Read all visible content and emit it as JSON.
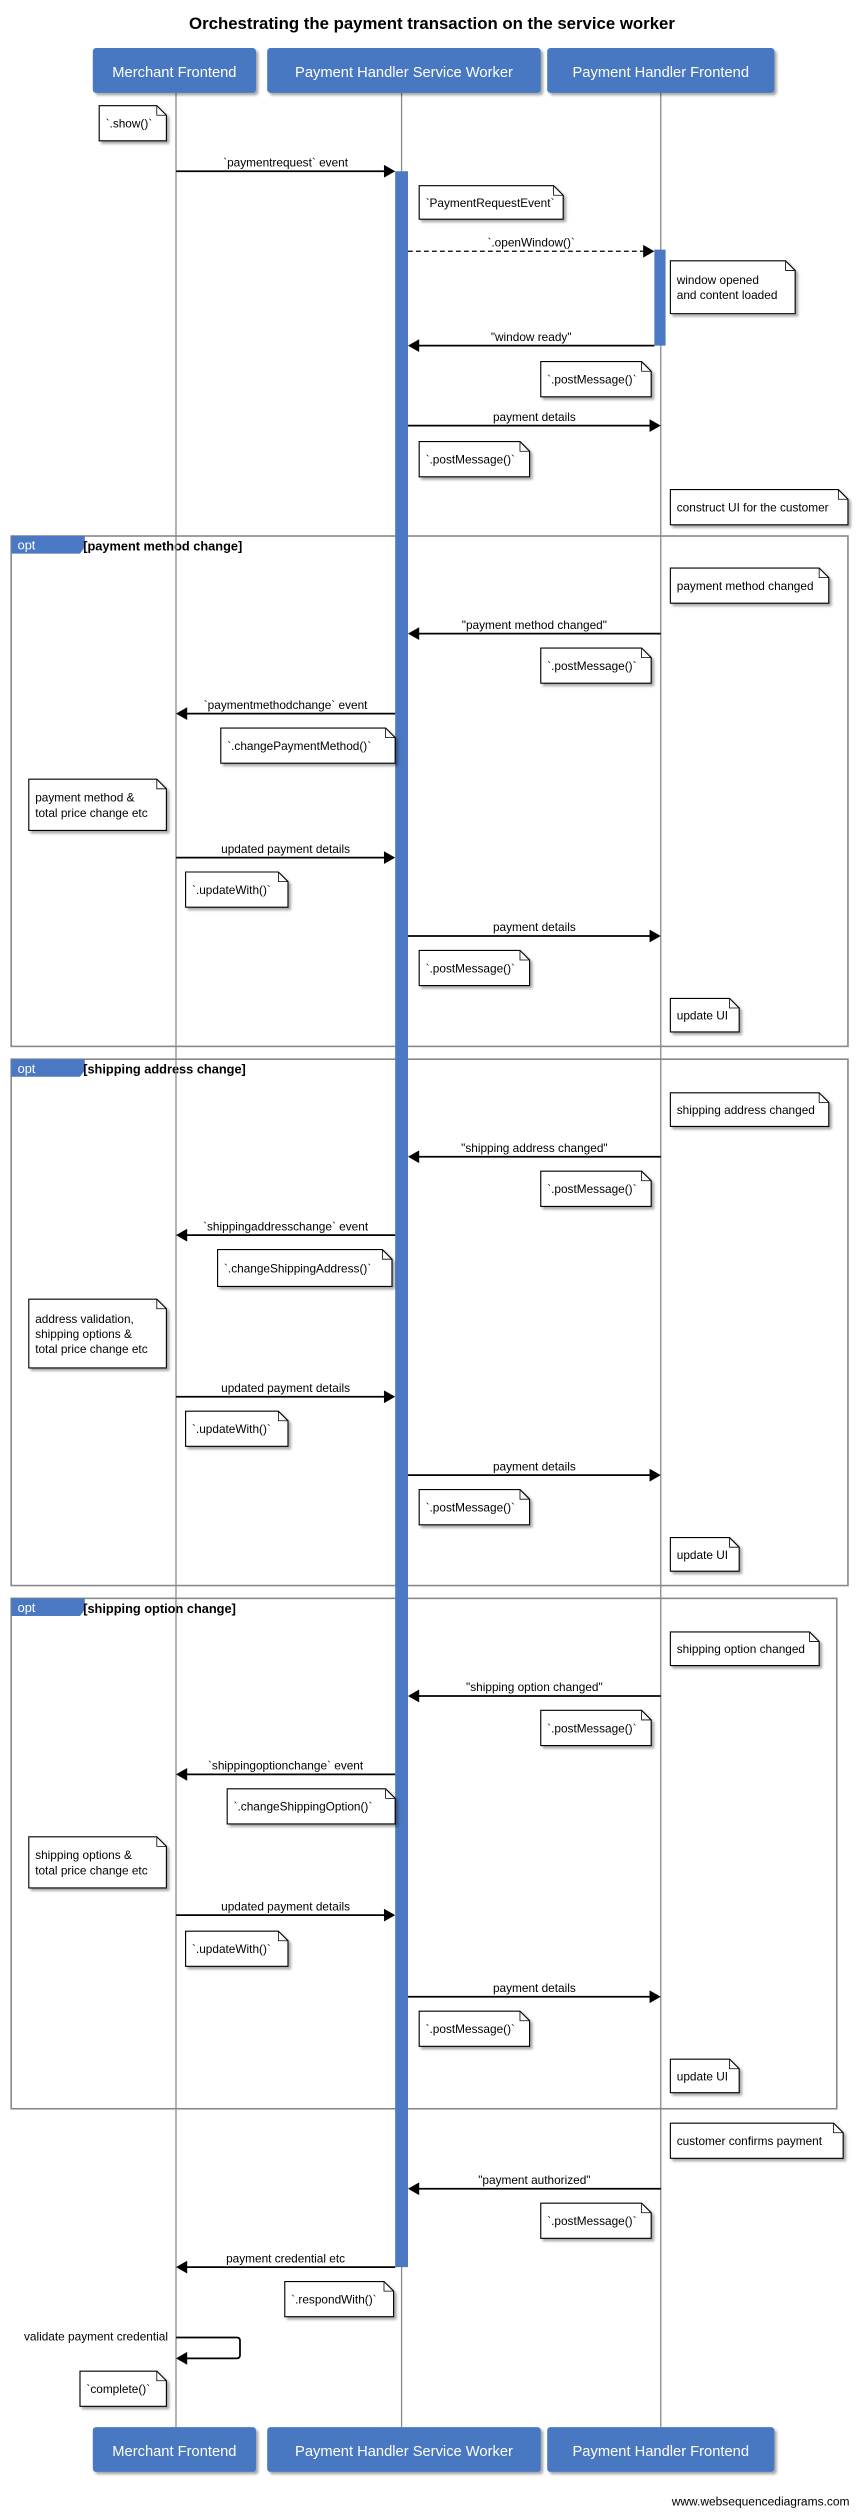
{
  "title": "Orchestrating the payment transaction on the service worker",
  "footer": "www.websequencediagrams.com",
  "colors": {
    "participant": "#4a78c2",
    "activation": "#4a78c2",
    "frame": "#888888",
    "note_fill": "#ffffff"
  },
  "participants": [
    "Merchant Frontend",
    "Payment Handler Service Worker",
    "Payment Handler Frontend"
  ],
  "fragments": [
    {
      "operator": "opt",
      "condition": "[payment method change]"
    },
    {
      "operator": "opt",
      "condition": "[shipping address change]"
    },
    {
      "operator": "opt",
      "condition": "[shipping option change]"
    }
  ],
  "sequence": [
    {
      "type": "note",
      "over": "Merchant Frontend",
      "lines": [
        "`.show()`"
      ]
    },
    {
      "type": "message",
      "from": "Merchant Frontend",
      "to": "Payment Handler Service Worker",
      "label": "`paymentrequest` event"
    },
    {
      "type": "note",
      "over": "Payment Handler Service Worker",
      "lines": [
        "`PaymentRequestEvent`"
      ]
    },
    {
      "type": "message",
      "from": "Payment Handler Service Worker",
      "to": "Payment Handler Frontend",
      "label": "`.openWindow()`",
      "style": "dashed"
    },
    {
      "type": "note",
      "over": "Payment Handler Frontend",
      "lines": [
        "window opened",
        "and content loaded"
      ]
    },
    {
      "type": "message",
      "from": "Payment Handler Frontend",
      "to": "Payment Handler Service Worker",
      "label": "\"window ready\""
    },
    {
      "type": "note",
      "lines": [
        "`.postMessage()`"
      ]
    },
    {
      "type": "message",
      "from": "Payment Handler Service Worker",
      "to": "Payment Handler Frontend",
      "label": "payment details"
    },
    {
      "type": "note",
      "lines": [
        "`.postMessage()`"
      ]
    },
    {
      "type": "note",
      "lines": [
        "construct UI for the customer"
      ]
    },
    {
      "type": "note",
      "lines": [
        "payment method changed"
      ]
    },
    {
      "type": "message",
      "from": "Payment Handler Frontend",
      "to": "Payment Handler Service Worker",
      "label": "\"payment method changed\""
    },
    {
      "type": "note",
      "lines": [
        "`.postMessage()`"
      ]
    },
    {
      "type": "message",
      "from": "Payment Handler Service Worker",
      "to": "Merchant Frontend",
      "label": "`paymentmethodchange` event"
    },
    {
      "type": "note",
      "lines": [
        "`.changePaymentMethod()`"
      ]
    },
    {
      "type": "note",
      "lines": [
        "payment method &",
        "total price change etc"
      ]
    },
    {
      "type": "message",
      "from": "Merchant Frontend",
      "to": "Payment Handler Service Worker",
      "label": "updated payment details"
    },
    {
      "type": "note",
      "lines": [
        "`.updateWith()`"
      ]
    },
    {
      "type": "message",
      "from": "Payment Handler Service Worker",
      "to": "Payment Handler Frontend",
      "label": "payment details"
    },
    {
      "type": "note",
      "lines": [
        "`.postMessage()`"
      ]
    },
    {
      "type": "note",
      "lines": [
        "update UI"
      ]
    },
    {
      "type": "note",
      "lines": [
        "shipping address changed"
      ]
    },
    {
      "type": "message",
      "from": "Payment Handler Frontend",
      "to": "Payment Handler Service Worker",
      "label": "\"shipping address changed\""
    },
    {
      "type": "note",
      "lines": [
        "`.postMessage()`"
      ]
    },
    {
      "type": "message",
      "from": "Payment Handler Service Worker",
      "to": "Merchant Frontend",
      "label": "`shippingaddresschange` event"
    },
    {
      "type": "note",
      "lines": [
        "`.changeShippingAddress()`"
      ]
    },
    {
      "type": "note",
      "lines": [
        "address validation,",
        "shipping options &",
        "total price change etc"
      ]
    },
    {
      "type": "message",
      "from": "Merchant Frontend",
      "to": "Payment Handler Service Worker",
      "label": "updated payment details"
    },
    {
      "type": "note",
      "lines": [
        "`.updateWith()`"
      ]
    },
    {
      "type": "message",
      "from": "Payment Handler Service Worker",
      "to": "Payment Handler Frontend",
      "label": "payment details"
    },
    {
      "type": "note",
      "lines": [
        "`.postMessage()`"
      ]
    },
    {
      "type": "note",
      "lines": [
        "update UI"
      ]
    },
    {
      "type": "note",
      "lines": [
        "shipping option changed"
      ]
    },
    {
      "type": "message",
      "from": "Payment Handler Frontend",
      "to": "Payment Handler Service Worker",
      "label": "\"shipping option changed\""
    },
    {
      "type": "note",
      "lines": [
        "`.postMessage()`"
      ]
    },
    {
      "type": "message",
      "from": "Payment Handler Service Worker",
      "to": "Merchant Frontend",
      "label": "`shippingoptionchange` event"
    },
    {
      "type": "note",
      "lines": [
        "`.changeShippingOption()`"
      ]
    },
    {
      "type": "note",
      "lines": [
        "shipping options &",
        "total price change etc"
      ]
    },
    {
      "type": "message",
      "from": "Merchant Frontend",
      "to": "Payment Handler Service Worker",
      "label": "updated payment details"
    },
    {
      "type": "note",
      "lines": [
        "`.updateWith()`"
      ]
    },
    {
      "type": "message",
      "from": "Payment Handler Service Worker",
      "to": "Payment Handler Frontend",
      "label": "payment details"
    },
    {
      "type": "note",
      "lines": [
        "`.postMessage()`"
      ]
    },
    {
      "type": "note",
      "lines": [
        "update UI"
      ]
    },
    {
      "type": "note",
      "lines": [
        "customer confirms payment"
      ]
    },
    {
      "type": "message",
      "from": "Payment Handler Frontend",
      "to": "Payment Handler Service Worker",
      "label": "\"payment authorized\""
    },
    {
      "type": "note",
      "lines": [
        "`.postMessage()`"
      ]
    },
    {
      "type": "message",
      "from": "Payment Handler Service Worker",
      "to": "Merchant Frontend",
      "label": "payment credential etc"
    },
    {
      "type": "note",
      "lines": [
        "`.respondWith()`"
      ]
    },
    {
      "type": "self",
      "on": "Merchant Frontend",
      "label": "validate payment credential"
    },
    {
      "type": "note",
      "lines": [
        "`complete()`"
      ]
    }
  ]
}
